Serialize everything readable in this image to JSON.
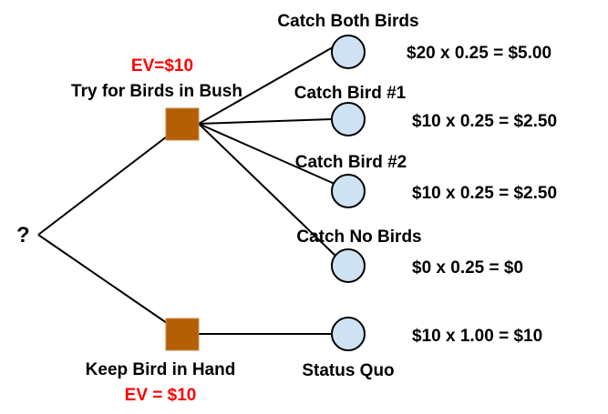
{
  "root": {
    "label": "?"
  },
  "decisions": [
    {
      "label": "Try for Birds in Bush",
      "ev": "EV=$10"
    },
    {
      "label": "Keep Bird in Hand",
      "ev": "EV = $10"
    }
  ],
  "outcomes": [
    {
      "label": "Catch Both Birds",
      "value": "$20 x 0.25 = $5.00"
    },
    {
      "label": "Catch Bird #1",
      "value": "$10 x 0.25 = $2.50"
    },
    {
      "label": "Catch Bird #2",
      "value": "$10 x 0.25 = $2.50"
    },
    {
      "label": "Catch No Birds",
      "value": "$0 x 0.25 = $0"
    },
    {
      "label": "Status Quo",
      "value": "$10 x 1.00 = $10"
    }
  ],
  "colors": {
    "decision_node": "#b45f06",
    "chance_node": "#cfe2f3",
    "ev_text": "#ff0000"
  }
}
